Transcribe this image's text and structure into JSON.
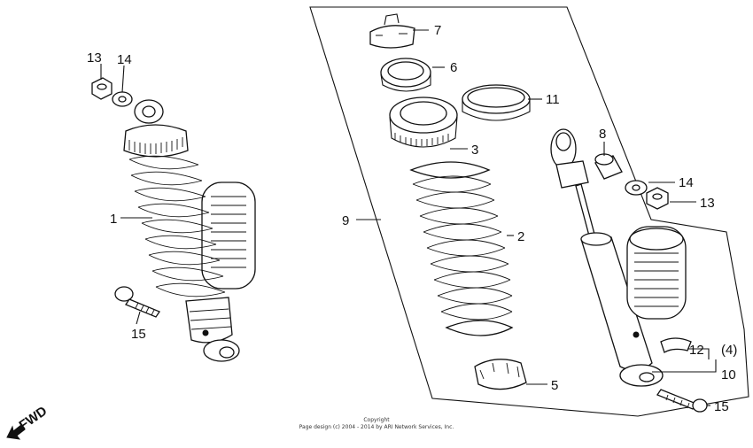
{
  "callouts": {
    "c1": "1",
    "c2": "2",
    "c3": "3",
    "c5": "5",
    "c6": "6",
    "c7": "7",
    "c8": "8",
    "c9": "9",
    "c10": "10",
    "c11": "11",
    "c12": "12",
    "c12qty": "(4)",
    "c13a": "13",
    "c14a": "14",
    "c13b": "13",
    "c14b": "14",
    "c15a": "15",
    "c15b": "15"
  },
  "direction": {
    "label": "FWD"
  },
  "footer": {
    "line1": "Copyright",
    "line2": "Page design (c) 2004 - 2014 by ARI Network Services, Inc."
  }
}
